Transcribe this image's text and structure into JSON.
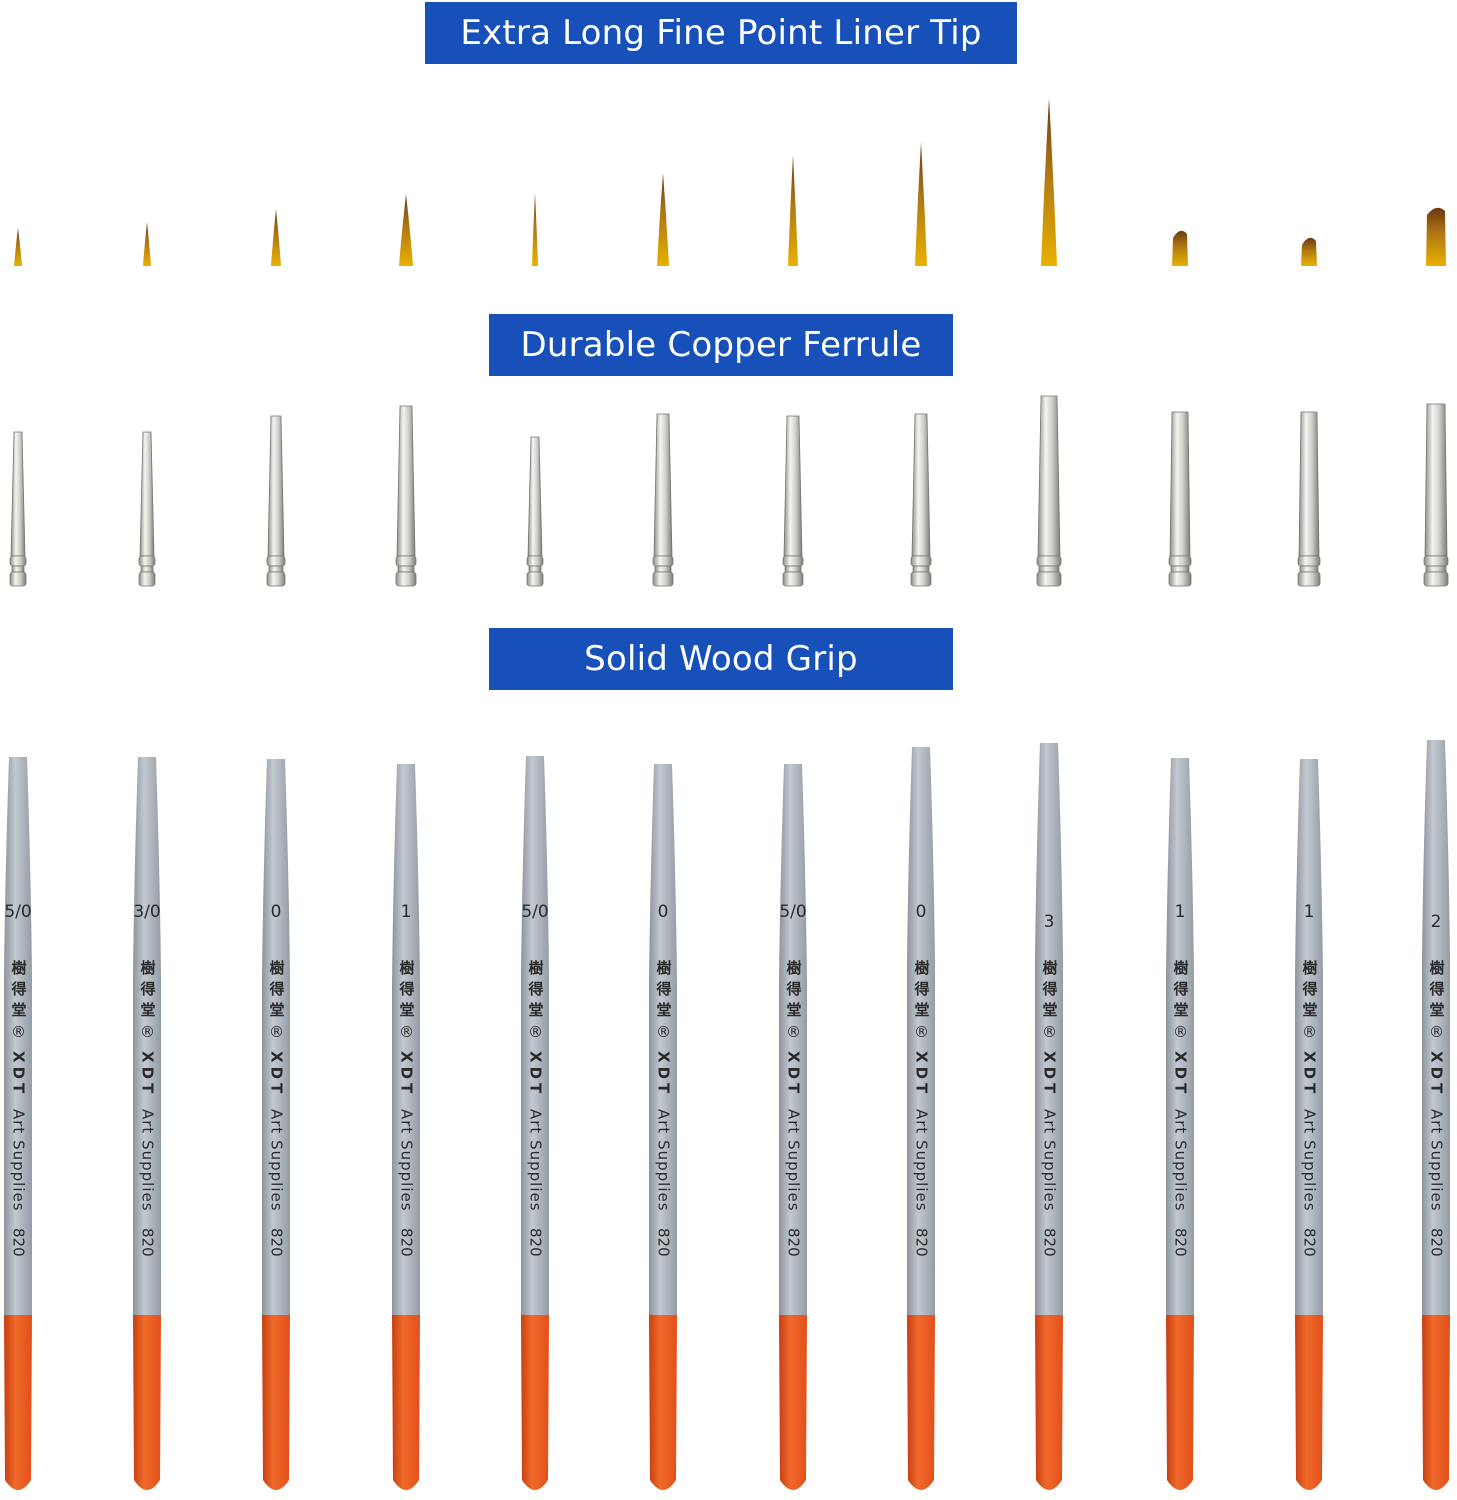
{
  "banners": {
    "tips": "Extra Long Fine Point Liner Tip",
    "ferrule": "Durable Copper Ferrule",
    "grip": "Solid Wood Grip"
  },
  "handle_text": {
    "logo_chars": "樹得堂",
    "registered": "®",
    "brand": "XDT",
    "product": "Art Supplies",
    "model": "820"
  },
  "colors": {
    "banner": "#1650b8",
    "handle": "#a9b1ba",
    "grip_end": "#e2501b",
    "ferrule": "#cfcfca",
    "bristle_gold": "#e8b100",
    "bristle_dark": "#6b3a12"
  },
  "brushes": [
    {
      "size": "5/0"
    },
    {
      "size": "3/0"
    },
    {
      "size": "0"
    },
    {
      "size": "1"
    },
    {
      "size": "5/0"
    },
    {
      "size": "0"
    },
    {
      "size": "5/0"
    },
    {
      "size": "0"
    },
    {
      "size": "3"
    },
    {
      "size": "1"
    },
    {
      "size": "1"
    },
    {
      "size": "2"
    }
  ]
}
